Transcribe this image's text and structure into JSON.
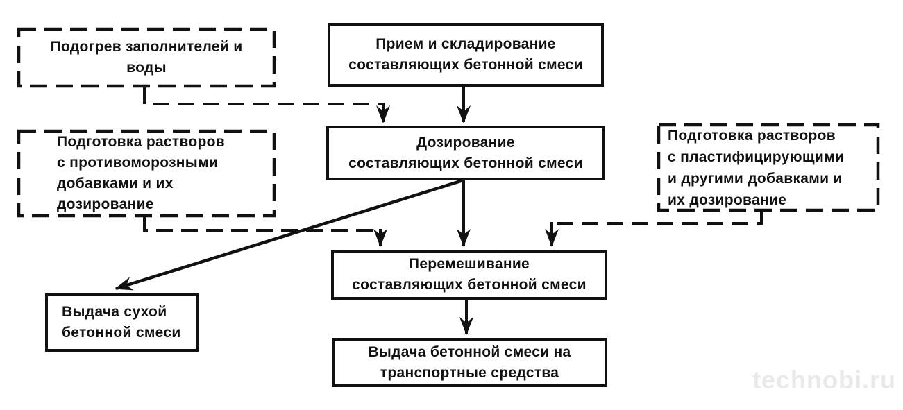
{
  "diagram": {
    "nodes": [
      {
        "id": "heating",
        "label": "Подогрев заполнителей и\nводы",
        "border": "dashed"
      },
      {
        "id": "reception",
        "label": "Прием и складирование\nсоставляющих бетонной смеси",
        "border": "solid"
      },
      {
        "id": "antifreeze_prep",
        "label": "Подготовка растворов\nс противоморозными\nдобавками и их\nдозирование",
        "border": "dashed"
      },
      {
        "id": "dosing",
        "label": "Дозирование\nсоставляющих бетонной смеси",
        "border": "solid"
      },
      {
        "id": "plasticizer_prep",
        "label": "Подготовка растворов\nс пластифицирующими\nи другими добавками и\nих дозирование",
        "border": "dashed"
      },
      {
        "id": "mixing",
        "label": "Перемешивание\nсоставляющих бетонной смеси",
        "border": "solid"
      },
      {
        "id": "dry_mix_output",
        "label": "Выдача сухой\nбетонной смеси",
        "border": "solid"
      },
      {
        "id": "transport_output",
        "label": "Выдача бетонной смеси на\nтранспортные средства",
        "border": "solid"
      }
    ],
    "edges": [
      {
        "from": "reception",
        "to": "dosing",
        "style": "solid"
      },
      {
        "from": "heating",
        "to": "dosing",
        "style": "dashed"
      },
      {
        "from": "antifreeze_prep",
        "to": "mixing",
        "style": "dashed"
      },
      {
        "from": "dosing",
        "to": "mixing",
        "style": "solid"
      },
      {
        "from": "plasticizer_prep",
        "to": "mixing",
        "style": "dashed"
      },
      {
        "from": "dosing",
        "to": "dry_mix_output",
        "style": "solid"
      },
      {
        "from": "mixing",
        "to": "transport_output",
        "style": "solid"
      }
    ],
    "colors": {
      "ink": "#111111",
      "background": "#ffffff",
      "watermark": "#e9e9e9"
    },
    "watermark": "technobi.ru"
  }
}
